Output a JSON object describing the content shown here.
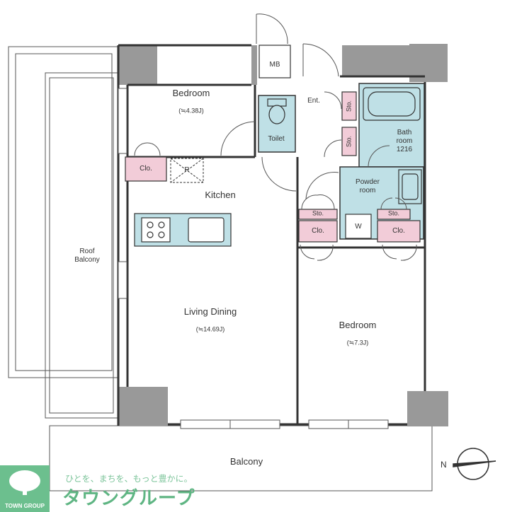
{
  "rooms": {
    "bedroom_north": {
      "label": "Bedroom",
      "area": "(≒4.38J)"
    },
    "kitchen": {
      "label": "Kitchen"
    },
    "living_dining": {
      "label": "Living Dining",
      "area": "(≒14.69J)"
    },
    "bedroom_south": {
      "label": "Bedroom",
      "area": "(≒7.3J)"
    },
    "toilet": {
      "label": "Toilet"
    },
    "entrance": {
      "label": "Ent."
    },
    "bathroom": {
      "label": "Bath\nroom\n1216"
    },
    "powder_room": {
      "label": "Powder\nroom"
    },
    "roof_balcony": {
      "label": "Roof\nBalcony"
    },
    "balcony": {
      "label": "Balcony"
    },
    "mb": {
      "label": "MB"
    }
  },
  "storage": {
    "clo_north": "Clo.",
    "clo_center": "Clo.",
    "clo_east": "Clo.",
    "sto_center": "Sto.",
    "sto_east": "Sto.",
    "sto_ent_top": "Sto.",
    "sto_ent_bottom": "Sto."
  },
  "fixtures": {
    "refrigerator": "R",
    "washer": "W"
  },
  "compass": {
    "north": "N"
  },
  "branding": {
    "logo_text": "TOWN GROUP",
    "tagline": "ひとを、まちを、もっと豊かに。",
    "name": "タウングループ"
  },
  "colors": {
    "wall": "#999999",
    "storage": "#f2ccd8",
    "wet_area": "#bfe0e6",
    "logo": "#6cbf8e"
  }
}
